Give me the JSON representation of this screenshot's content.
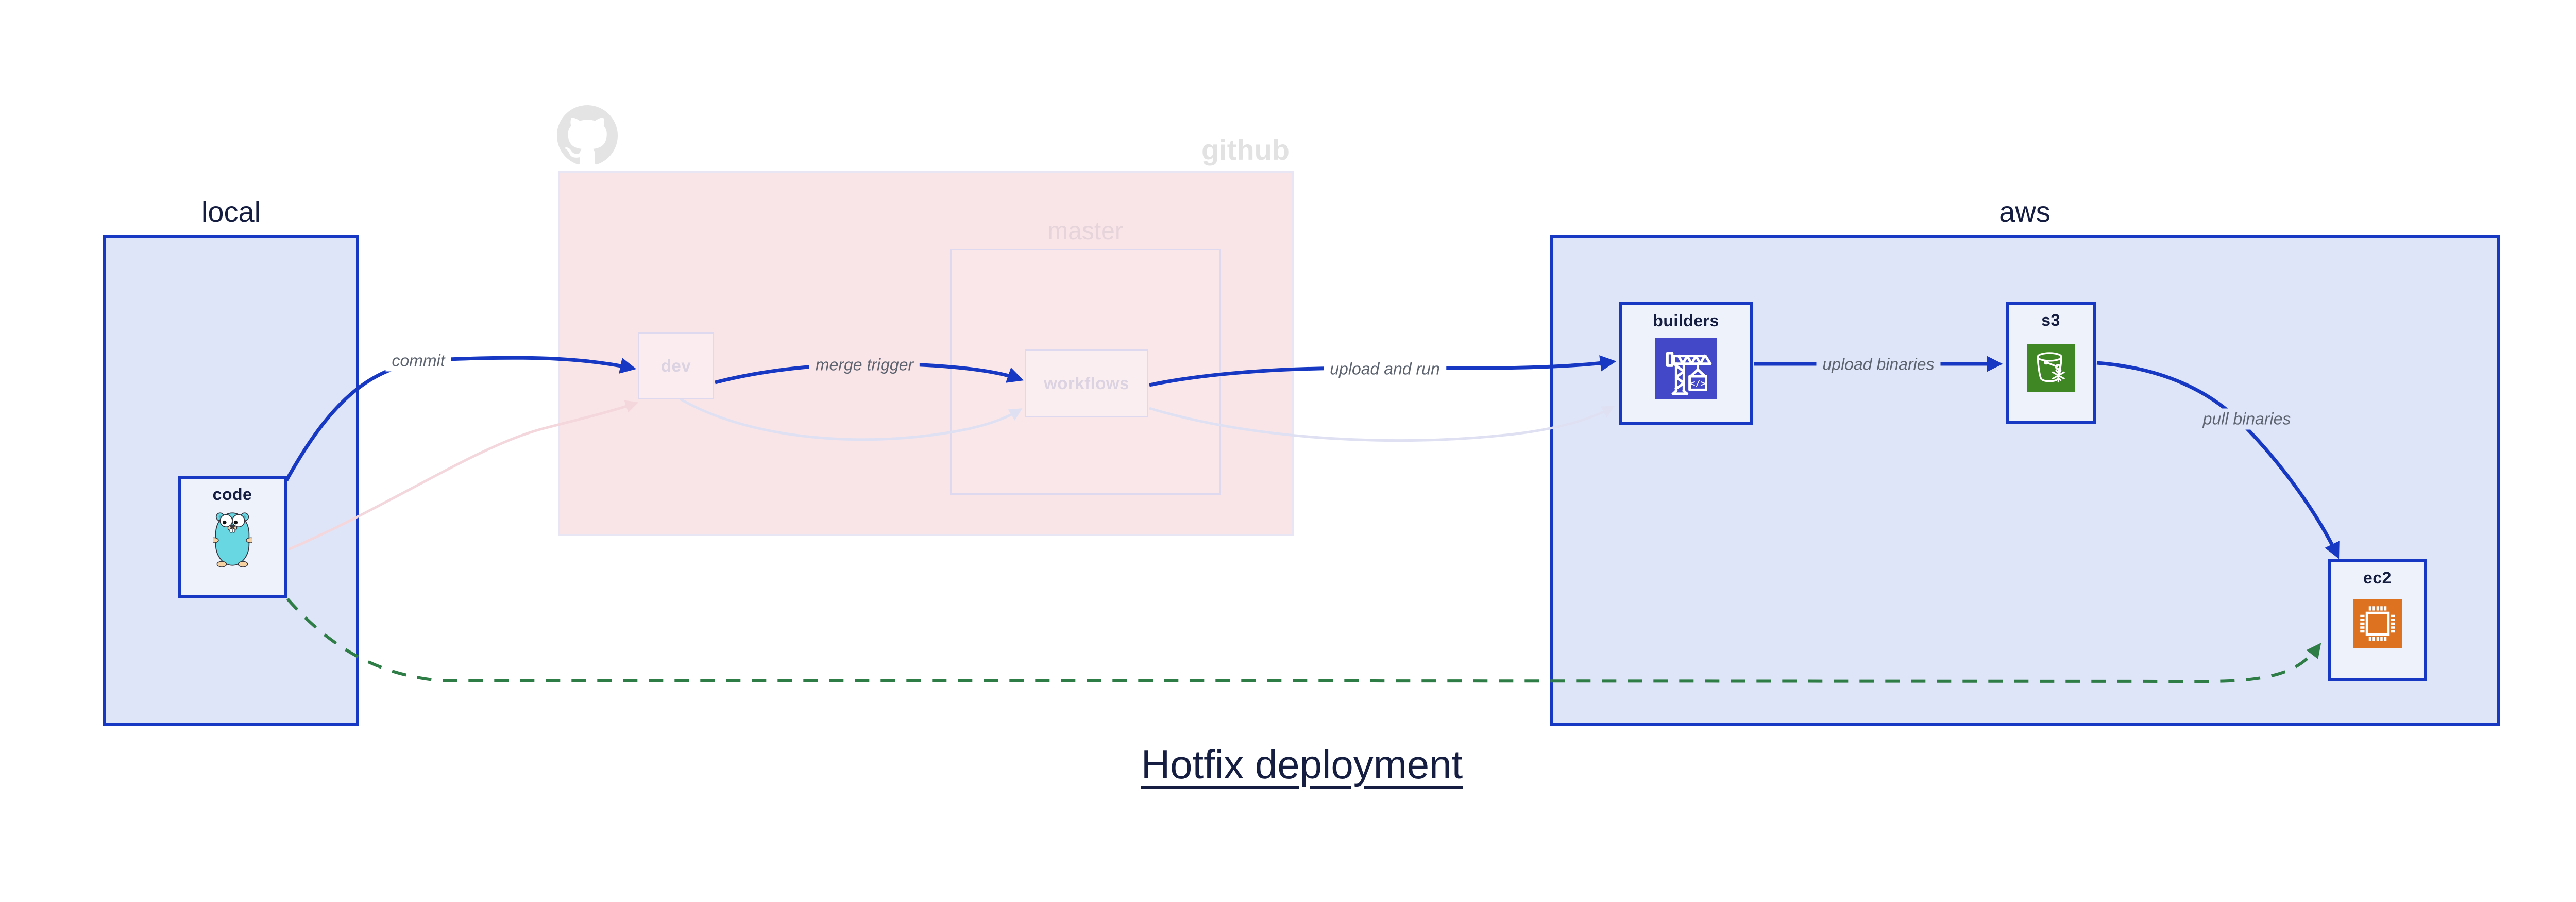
{
  "title": "Hotfix deployment",
  "regions": {
    "local": {
      "label": "local"
    },
    "github": {
      "label": "github",
      "logo_icon": "github-octocat-icon",
      "master": {
        "label": "master"
      }
    },
    "aws": {
      "label": "aws"
    }
  },
  "nodes": {
    "code": {
      "label": "code",
      "icon": "go-gopher-icon"
    },
    "dev": {
      "label": "dev"
    },
    "workflows": {
      "label": "workflows"
    },
    "builders": {
      "label": "builders",
      "icon": "codebuild-crane-icon"
    },
    "s3": {
      "label": "s3",
      "icon": "s3-bucket-snowflake-icon"
    },
    "ec2": {
      "label": "ec2",
      "icon": "cpu-chip-icon"
    }
  },
  "edges": {
    "commit": {
      "label": "commit"
    },
    "merge_trigger": {
      "label": "merge trigger"
    },
    "upload_and_run": {
      "label": "upload and run"
    },
    "upload_binaries": {
      "label": "upload binaries"
    },
    "pull_binaries": {
      "label": "pull binaries"
    }
  },
  "colors": {
    "blue": "#1638c2",
    "navy": "#151d40",
    "region-blue": "#dfe5f8",
    "node-fill": "#eef2fb",
    "pink": "#f9e4e8",
    "pink-border": "#e8e5f4",
    "faded-border": "#ded9ee",
    "faded-text": "#dbd2e2",
    "faded-pink-text": "#e6d4db",
    "gray-label": "#5d6470",
    "green": "#2f7d46",
    "gh-gray": "#e2e2e2",
    "cb": "#4348c8",
    "s3": "#3f8624",
    "ec2": "#dd7220",
    "edge-pink": "#f3d7dd",
    "edge-lav": "#dfe1f3"
  }
}
